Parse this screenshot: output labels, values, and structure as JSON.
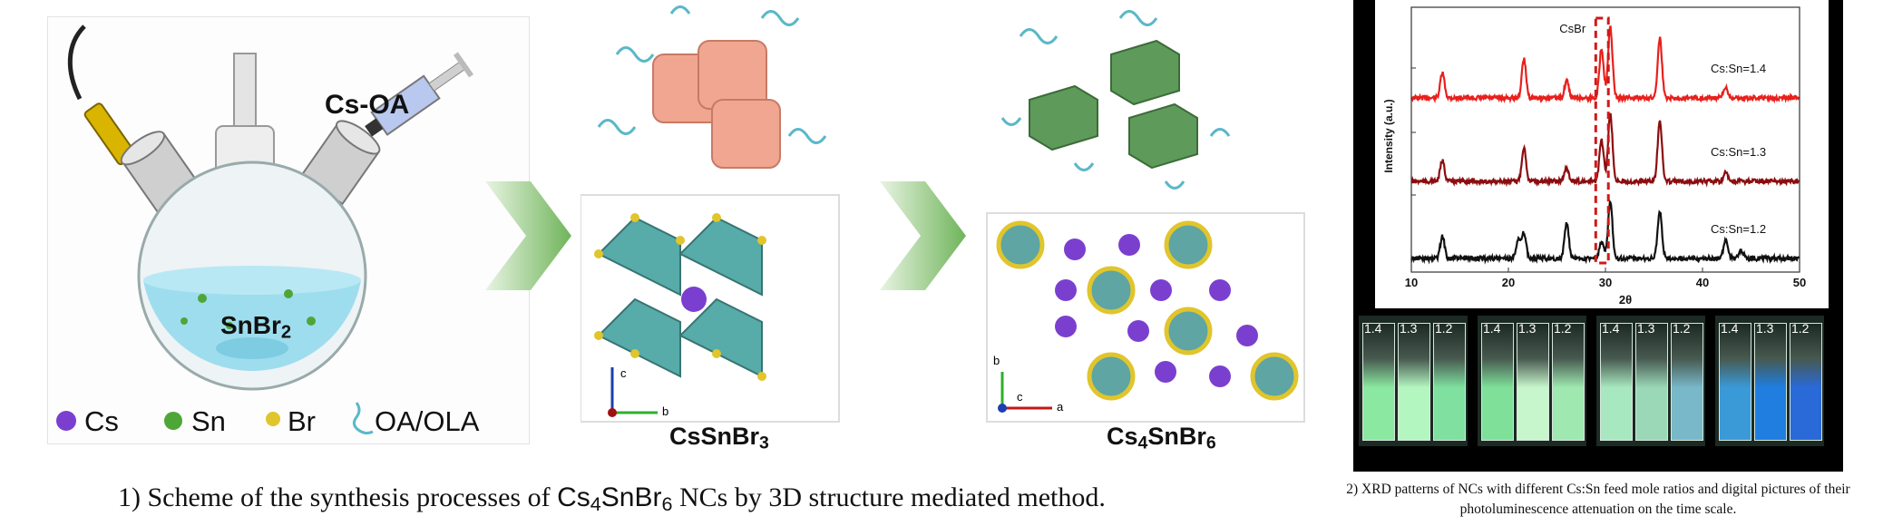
{
  "panel1": {
    "cs_oa_label": "Cs-OA",
    "snbr2_label": "SnBr",
    "snbr2_sub": "2",
    "legend": [
      {
        "label": "Cs",
        "color": "#7b3fd0"
      },
      {
        "label": "Sn",
        "color": "#4ea636"
      },
      {
        "label": "Br",
        "color": "#e0c52c"
      },
      {
        "label": "OA/OLA",
        "color": "#5bb8c8"
      }
    ]
  },
  "panel2": {
    "title_main": "CsSnBr",
    "title_sub": "3",
    "axes": {
      "c": "c",
      "b": "b"
    }
  },
  "panel3": {
    "title_pre": "Cs",
    "title_sub1": "4",
    "title_mid": "SnBr",
    "title_sub2": "6",
    "axes": {
      "b": "b",
      "c": "c",
      "a": "a"
    }
  },
  "caption1": {
    "prefix": "1)  Scheme of the synthesis processes of ",
    "formula_pre": "Cs",
    "formula_sub1": "4",
    "formula_mid": "SnBr",
    "formula_sub2": "6",
    "suffix": "  NCs by 3D structure mediated method."
  },
  "caption2": {
    "line1": "2)  XRD patterns of NCs with different Cs:Sn feed mole ratios and digital pictures of their",
    "line2": "photoluminescence attenuation on the time scale."
  },
  "chart_data": {
    "type": "line",
    "xlabel": "2θ",
    "ylabel": "Intensity (a.u.)",
    "xlim": [
      10,
      50
    ],
    "xticks": [
      10,
      20,
      30,
      40,
      50
    ],
    "annotation": "CsBr",
    "series": [
      {
        "name": "Cs:Sn=1.4",
        "color": "#e8201c",
        "peaks": [
          [
            13.2,
            0.35
          ],
          [
            21.6,
            0.55
          ],
          [
            26.0,
            0.25
          ],
          [
            29.6,
            0.7
          ],
          [
            30.5,
            1.0
          ],
          [
            35.6,
            0.85
          ],
          [
            42.4,
            0.15
          ]
        ]
      },
      {
        "name": "Cs:Sn=1.3",
        "color": "#8b0d10",
        "peaks": [
          [
            13.2,
            0.3
          ],
          [
            21.6,
            0.5
          ],
          [
            26.0,
            0.2
          ],
          [
            29.6,
            0.6
          ],
          [
            30.5,
            1.0
          ],
          [
            35.6,
            0.9
          ],
          [
            42.4,
            0.12
          ]
        ]
      },
      {
        "name": "Cs:Sn=1.2",
        "color": "#111111",
        "peaks": [
          [
            13.2,
            0.35
          ],
          [
            21.0,
            0.3
          ],
          [
            21.6,
            0.4
          ],
          [
            26.0,
            0.55
          ],
          [
            29.6,
            0.25
          ],
          [
            30.5,
            0.9
          ],
          [
            35.6,
            0.75
          ],
          [
            42.4,
            0.3
          ],
          [
            44.0,
            0.12
          ]
        ]
      }
    ]
  },
  "photos": {
    "labels": [
      "1.4",
      "1.3",
      "1.2"
    ]
  }
}
